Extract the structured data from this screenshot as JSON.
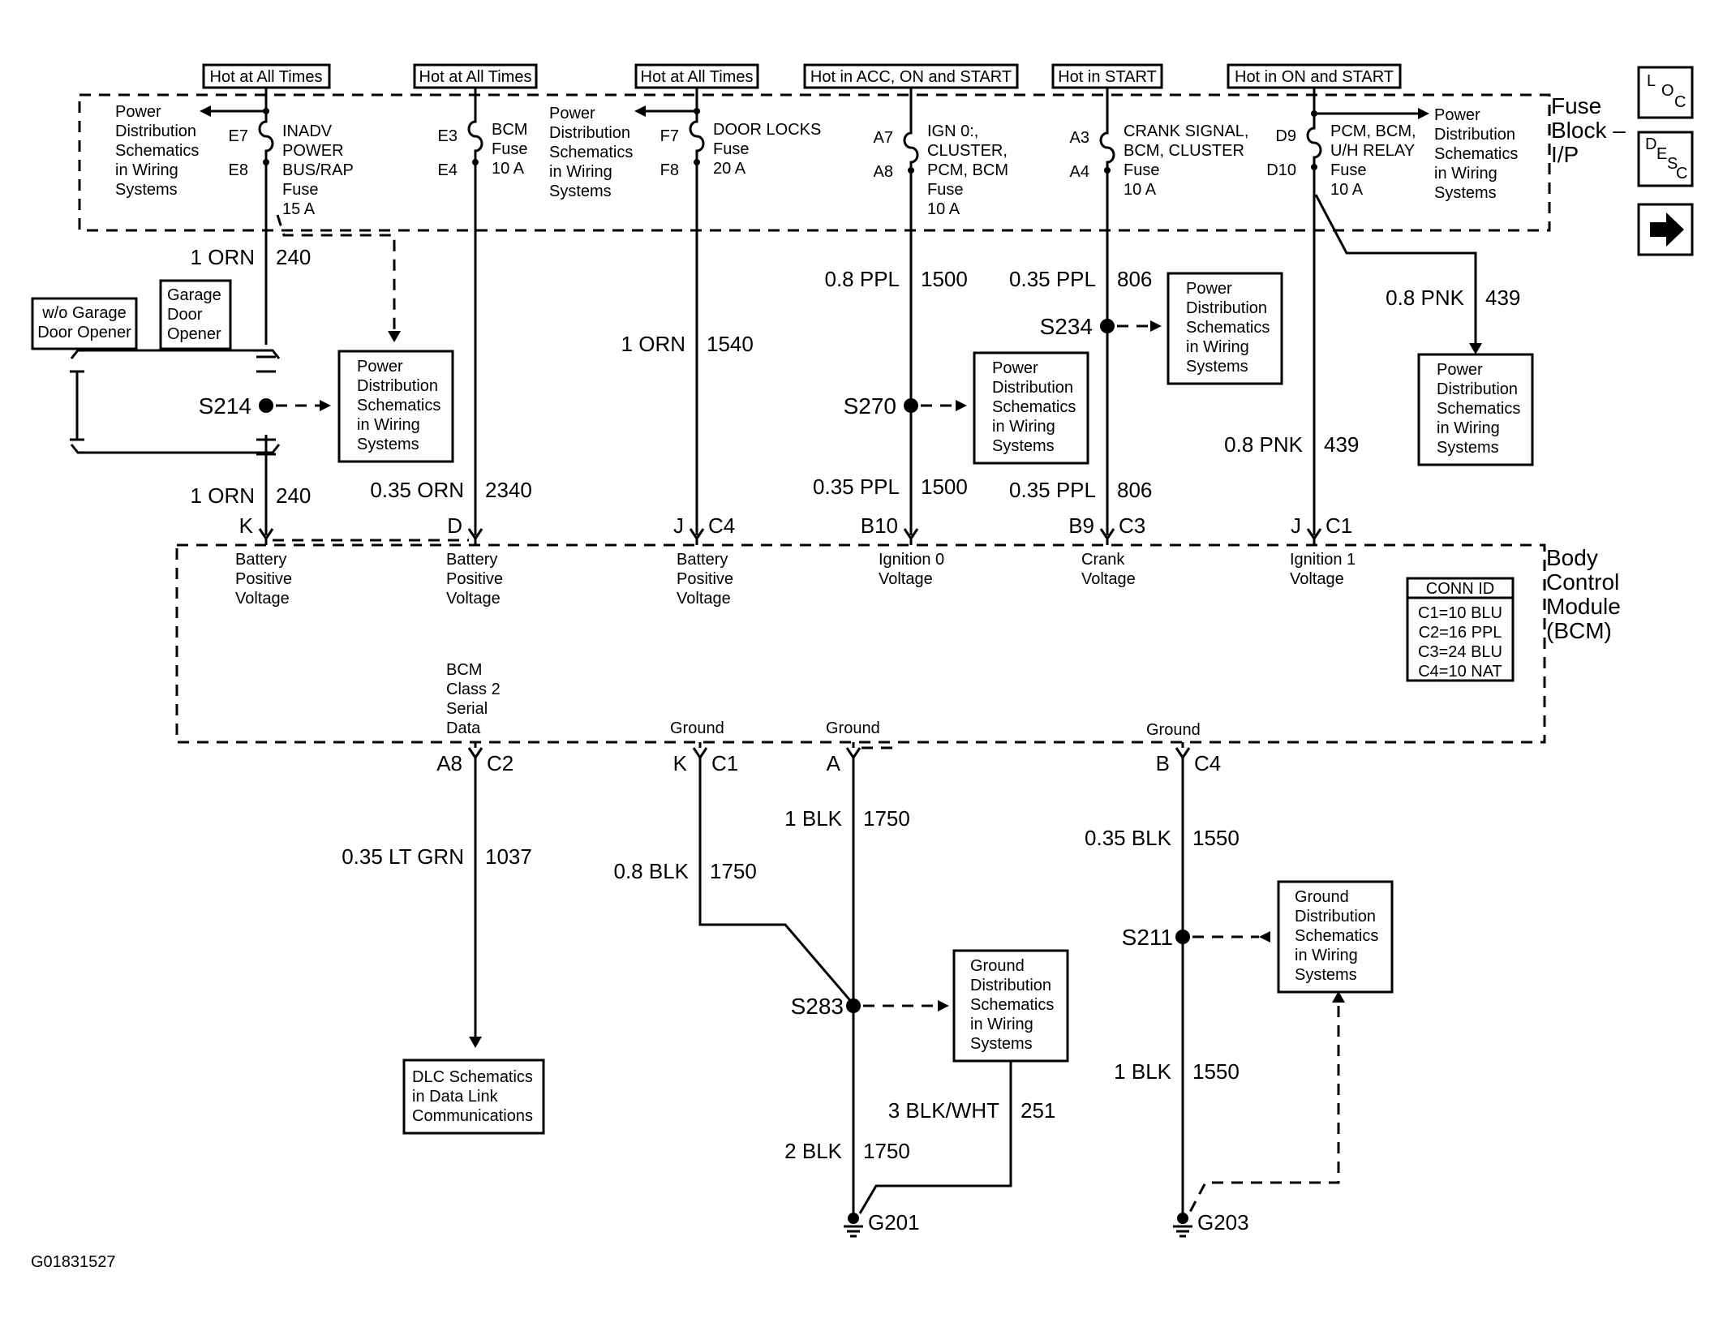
{
  "figure_id": "G01831527",
  "nav": {
    "loc": [
      "L",
      "O",
      "C"
    ],
    "desc": [
      "D",
      "E",
      "S",
      "C"
    ],
    "next_icon": "arrow-right-icon"
  },
  "fuse_block": {
    "title": [
      "Fuse",
      "Block –",
      "I/P"
    ]
  },
  "bcm_module": {
    "title": [
      "Body",
      "Control",
      "Module",
      "(BCM)"
    ]
  },
  "hot_labels": [
    "Hot at All Times",
    "Hot at All Times",
    "Hot at All Times",
    "Hot in ACC, ON and START",
    "Hot in START",
    "Hot in ON and START"
  ],
  "pds_lines": [
    "Power",
    "Distribution",
    "Schematics",
    "in Wiring",
    "Systems"
  ],
  "pds_box_lines": [
    "Power",
    "Distribution",
    "Schematics",
    "in Wiring",
    "Systems"
  ],
  "gds_box_lines": [
    "Ground",
    "Distribution",
    "Schematics",
    "in Wiring",
    "Systems"
  ],
  "dlc_box_lines": [
    "DLC Schematics",
    "in Data Link",
    "Communications"
  ],
  "fuses": [
    {
      "pins": [
        "E7",
        "E8"
      ],
      "lines": [
        "INADV",
        "POWER",
        "BUS/RAP",
        "Fuse",
        "15 A"
      ]
    },
    {
      "pins": [
        "E3",
        "E4"
      ],
      "lines": [
        "BCM",
        "Fuse",
        "10 A"
      ]
    },
    {
      "pins": [
        "F7",
        "F8"
      ],
      "lines": [
        "DOOR LOCKS",
        "Fuse",
        "20 A"
      ]
    },
    {
      "pins": [
        "A7",
        "A8"
      ],
      "lines": [
        "IGN 0:,",
        "CLUSTER,",
        "PCM, BCM",
        "Fuse",
        "10 A"
      ]
    },
    {
      "pins": [
        "A3",
        "A4"
      ],
      "lines": [
        "CRANK SIGNAL,",
        "BCM, CLUSTER",
        "Fuse",
        "10 A"
      ]
    },
    {
      "pins": [
        "D9",
        "D10"
      ],
      "lines": [
        "PCM, BCM,",
        "U/H RELAY",
        "Fuse",
        "10 A"
      ]
    }
  ],
  "options": {
    "wo_garage": [
      "w/o Garage",
      "Door Opener"
    ],
    "garage": [
      "Garage",
      "Door",
      "Opener"
    ]
  },
  "splices": {
    "s214": "S214",
    "s270": "S270",
    "s234": "S234",
    "s283": "S283",
    "s211": "S211"
  },
  "wires": {
    "w1_top_color": "1 ORN",
    "w1_top_circuit": "240",
    "w1_bot_color": "1 ORN",
    "w1_bot_circuit": "240",
    "w2_color": "0.35 ORN",
    "w2_circuit": "2340",
    "w3_color": "1 ORN",
    "w3_circuit": "1540",
    "w4_top_color": "0.8 PPL",
    "w4_top_circuit": "1500",
    "w4_bot_color": "0.35 PPL",
    "w4_bot_circuit": "1500",
    "w5_top_color": "0.35 PPL",
    "w5_top_circuit": "806",
    "w5_bot_color": "0.35 PPL",
    "w5_bot_circuit": "806",
    "w6_top_color": "0.8 PNK",
    "w6_top_circuit": "439",
    "w6_bot_color": "0.8 PNK",
    "w6_bot_circuit": "439",
    "g1_color": "0.35 LT GRN",
    "g1_circuit": "1037",
    "g2_color": "0.8 BLK",
    "g2_circuit": "1750",
    "g3_top_color": "1 BLK",
    "g3_top_circuit": "1750",
    "g3_bot_color": "2 BLK",
    "g3_bot_circuit": "1750",
    "g4_color": "3 BLK/WHT",
    "g4_circuit": "251",
    "g5_top_color": "0.35 BLK",
    "g5_top_circuit": "1550",
    "g5_bot_color": "1 BLK",
    "g5_bot_circuit": "1550"
  },
  "bcm_top_pins": [
    {
      "pin": "K",
      "conn": "",
      "lines": [
        "Battery",
        "Positive",
        "Voltage"
      ]
    },
    {
      "pin": "D",
      "conn": "",
      "lines": [
        "Battery",
        "Positive",
        "Voltage"
      ]
    },
    {
      "pin": "J",
      "conn": "C4",
      "lines": [
        "Battery",
        "Positive",
        "Voltage"
      ]
    },
    {
      "pin": "B10",
      "conn": "",
      "lines": [
        "Ignition 0",
        "Voltage"
      ]
    },
    {
      "pin": "B9",
      "conn": "C3",
      "lines": [
        "Crank",
        "Voltage"
      ]
    },
    {
      "pin": "J",
      "conn": "C1",
      "lines": [
        "Ignition 1",
        "Voltage"
      ]
    }
  ],
  "bcm_bottom_pins": [
    {
      "pin": "A8",
      "conn": "C2",
      "lines": [
        "BCM",
        "Class 2",
        "Serial",
        "Data"
      ]
    },
    {
      "pin": "K",
      "conn": "C1",
      "lines": [
        "Ground"
      ]
    },
    {
      "pin": "A",
      "conn": "",
      "lines": [
        "Ground"
      ]
    },
    {
      "pin": "B",
      "conn": "C4",
      "lines": [
        "Ground"
      ]
    }
  ],
  "conn_id": {
    "title": "CONN ID",
    "rows": [
      "C1=10 BLU",
      "C2=16 PPL",
      "C3=24 BLU",
      "C4=10 NAT"
    ]
  },
  "grounds": {
    "g201": "G201",
    "g203": "G203"
  }
}
